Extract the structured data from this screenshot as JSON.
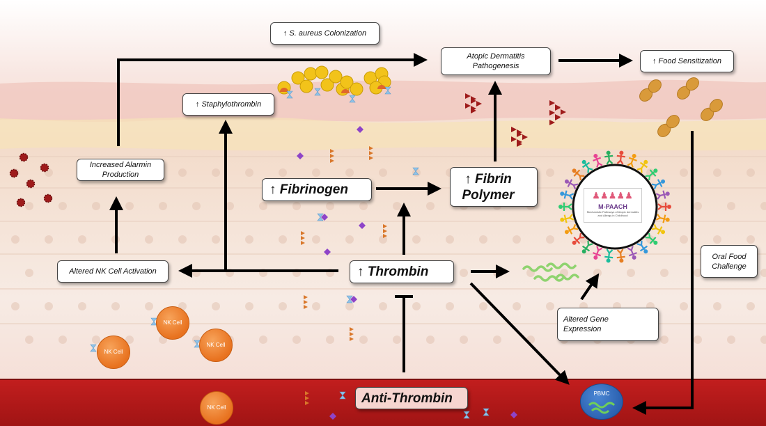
{
  "boxes": {
    "s_aureus": "↑ S. aureus Colonization",
    "atopic": "Atopic Dermatitis Pathogenesis",
    "food_sensitization": "↑ Food Sensitization",
    "staphylothrombin": "↑ Staphylothrombin",
    "alarmin": "Increased Alarmin Production",
    "fibrinogen": "↑ Fibrinogen",
    "fibrin_polymer": "↑ Fibrin Polymer",
    "altered_nk": "Altered NK Cell Activation",
    "thrombin": "↑ Thrombin",
    "anti_thrombin": "Anti-Thrombin",
    "altered_gene": "Altered Gene Expression",
    "oral_food": "Oral Food Challenge"
  },
  "cells": {
    "nk_label": "NK Cell",
    "pbmc_label": "PBMC"
  },
  "logo": {
    "title": "M-PAACH",
    "subtitle": "Mechanistic Pathways of Atopic dermatitis and Allergy in Childhood"
  },
  "colors": {
    "blood": "#b21a1a",
    "skin_top": "#f3d3c8",
    "fibrin": "#9e1b1b",
    "fibrinogen": "#d9772a",
    "antithrombin": "#8e44c8",
    "thrombin": "#8fc3e8",
    "staph": "#f2c31a",
    "nk_cell": "#e8721f",
    "pbmc": "#2a5fae",
    "alarmin": "#9e1b1b",
    "peanut": "#d99a3a"
  }
}
